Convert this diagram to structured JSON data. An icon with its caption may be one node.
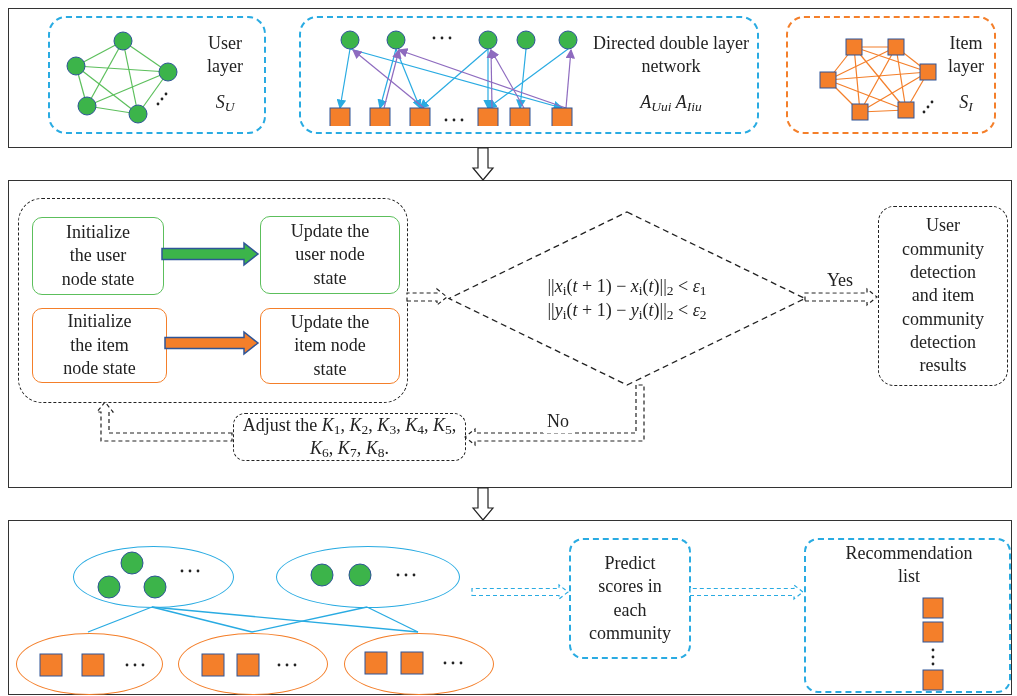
{
  "diagram": {
    "nodes": [
      {
        "text": [],
        "shape": "box"
      },
      {
        "text": [
          "User layer",
          "S$_{U}$"
        ],
        "in": 0
      },
      {
        "text": [
          "Directed double layer network",
          "A$_{Uui}$ A$_{Iiu}$"
        ],
        "in": 0
      },
      {
        "text": [
          "Item layer",
          "S$_{I}$"
        ],
        "in": 0
      },
      {
        "text": [],
        "shape": "box"
      },
      {
        "text": [],
        "shape": "box",
        "in": 4
      },
      {
        "text": [
          "Initialize the user node state"
        ],
        "in": 5
      },
      {
        "text": [
          "Update the user node state"
        ],
        "in": 5
      },
      {
        "text": [
          "Initialize the item node state"
        ],
        "in": 5
      },
      {
        "text": [
          "Update the item node state"
        ],
        "in": 5
      },
      {
        "text": [
          "||*x*$_{i}$(*t* + 1) − *x*$_{i}$(*t*)||$_{2}$ < *ε*$_{1}$",
          "||*y*$_{i}$(*t* + 1) − *y*$_{i}$(*t*)||$_{2}$ < *ε*$_{2}$"
        ],
        "in": 4
      },
      {
        "text": [
          "User community detection and item community detection results"
        ],
        "in": 4
      },
      {
        "text": [
          "Adjust the *K*$_{1}$, *K*$_{2}$, *K*$_{3}$, *K*$_{4}$, *K*$_{5}$, *K*$_{6}$, *K*$_{7}$, *K*$_{8}$."
        ],
        "in": 4
      },
      {
        "text": [],
        "shape": "box"
      },
      {
        "text": [],
        "shape": "ellipse",
        "in": 13
      },
      {
        "text": [],
        "shape": "ellipse",
        "in": 13
      },
      {
        "text": [],
        "shape": "ellipse",
        "in": 13
      },
      {
        "text": [],
        "shape": "ellipse",
        "in": 13
      },
      {
        "text": [],
        "shape": "ellipse",
        "in": 13
      },
      {
        "text": [
          "Predict scores in each community"
        ],
        "in": 13
      },
      {
        "text": [
          "Recommendation list"
        ],
        "in": 13
      }
    ],
    "edges": [
      {
        "from": 0,
        "to": 4,
        "arrow": "to"
      },
      {
        "from": 4,
        "to": 13,
        "arrow": "to"
      },
      {
        "from": 6,
        "to": 7,
        "arrow": "to",
        "style": "thick",
        "color": "#3cb44a"
      },
      {
        "from": 8,
        "to": 9,
        "arrow": "to",
        "style": "thick",
        "color": "#f47f2a"
      },
      {
        "from": 5,
        "to": 10,
        "arrow": "to",
        "style": "dashed"
      },
      {
        "from": 10,
        "to": 11,
        "arrow": "to",
        "style": "dashed",
        "label": "Yes"
      },
      {
        "from": 10,
        "to": 12,
        "arrow": "to",
        "style": "dashed",
        "label": "No"
      },
      {
        "from": 12,
        "to": 5,
        "arrow": "to",
        "style": "dashed"
      },
      {
        "from": 14,
        "to": 16,
        "arrow": "none",
        "color": "#29abe2"
      },
      {
        "from": 14,
        "to": 17,
        "arrow": "none",
        "color": "#29abe2"
      },
      {
        "from": 14,
        "to": 18,
        "arrow": "none",
        "color": "#29abe2"
      },
      {
        "from": 15,
        "to": 17,
        "arrow": "none",
        "color": "#29abe2"
      },
      {
        "from": 15,
        "to": 18,
        "arrow": "none",
        "color": "#29abe2"
      },
      {
        "from": null,
        "to": 19,
        "arrow": "to",
        "style": "dashed",
        "color": "#29abe2"
      },
      {
        "from": 19,
        "to": 20,
        "arrow": "to",
        "style": "dashed",
        "color": "#29abe2"
      }
    ]
  }
}
